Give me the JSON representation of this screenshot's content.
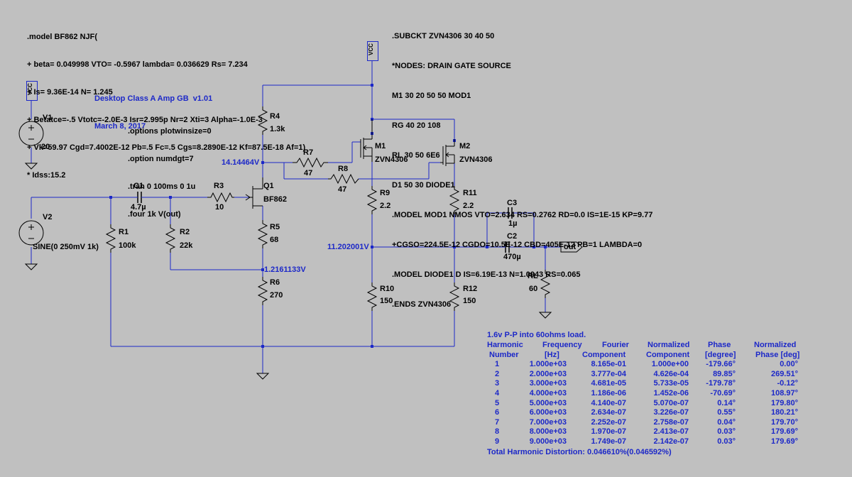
{
  "model_text": [
    ".model BF862 NJF(",
    "+ beta= 0.049998 VTO= -0.5967 lambda= 0.036629 Rs= 7.234",
    "+ Is= 9.36E-14 N= 1.245",
    "+ Betatce=-.5 Vtotc=-2.0E-3 Isr=2.995p Nr=2 Xti=3 Alpha=-1.0E-3",
    "+ Vk=59.97 Cgd=7.4002E-12 Pb=.5 Fc=.5 Cgs=8.2890E-12 Kf=87.5E-18 Af=1)",
    "* Idss:15.2"
  ],
  "subckt_text": [
    ".SUBCKT ZVN4306 30 40 50",
    "*NODES: DRAIN GATE SOURCE",
    "M1 30 20 50 50 MOD1",
    "RG 40 20 108",
    "RL 30 50 6E6",
    "D1 50 30 DIODE1",
    ".MODEL MOD1 NMOS VTO=2.634 RS=0.2762 RD=0.0 IS=1E-15 KP=9.77",
    "+CGSO=224.5E-12 CGDO=10.5E-12 CBD=405E-12 PB=1 LAMBDA=0",
    ".MODEL DIODE1 D IS=6.19E-13 N=1.0043 RS=0.065",
    ".ENDS ZVN4306"
  ],
  "title": {
    "name": "Desktop Class A Amp GB  v1.01",
    "date": "March 8, 2017"
  },
  "options_text": [
    ".options plotwinsize=0",
    ".option numdgt=7",
    ".tran 0 100ms 0 1u",
    ".four 1k V(out)"
  ],
  "vcc_label": "VCC",
  "components": {
    "v1_name": "V1",
    "v1_value": "20",
    "v2_name": "V2",
    "v2_value": "SINE(0 250mV 1k)",
    "c1_name": "C1",
    "c1_value": "4.7µ",
    "r1_name": "R1",
    "r1_value": "100k",
    "r2_name": "R2",
    "r2_value": "22k",
    "r3_name": "R3",
    "r3_value": "10",
    "r4_name": "R4",
    "r4_value": "1.3k",
    "r5_name": "R5",
    "r5_value": "68",
    "r6_name": "R6",
    "r6_value": "270",
    "r7_name": "R7",
    "r7_value": "47",
    "r8_name": "R8",
    "r8_value": "47",
    "r9_name": "R9",
    "r9_value": "2.2",
    "r10_name": "R10",
    "r10_value": "150",
    "r11_name": "R11",
    "r11_value": "2.2",
    "r12_name": "R12",
    "r12_value": "150",
    "q1_name": "Q1",
    "q1_value": "BF862",
    "m1_name": "M1",
    "m1_value": "ZVN4306",
    "m2_name": "M2",
    "m2_value": "ZVN4306",
    "c2_name": "C2",
    "c2_value": "470µ",
    "c3_name": "C3",
    "c3_value": "1µ",
    "rl_name": "RL",
    "rl_value": "60"
  },
  "node_voltages": {
    "q1_drain": "14.14464V",
    "output_mid": "11.202001V",
    "q1_source": "1.2161133V"
  },
  "out_label": "out",
  "fourier": {
    "title": "1.6v P-P into 60ohms load.",
    "headers_row1": [
      "Harmonic",
      "Frequency",
      "Fourier",
      "Normalized",
      "Phase",
      "Normalized"
    ],
    "headers_row2": [
      "Number",
      "[Hz]",
      "Component",
      "Component",
      "[degree]",
      "Phase [deg]"
    ],
    "rows": [
      [
        "1",
        "1.000e+03",
        "8.165e-01",
        "1.000e+00",
        "-179.66°",
        "0.00°"
      ],
      [
        "2",
        "2.000e+03",
        "3.777e-04",
        "4.626e-04",
        "89.85°",
        "269.51°"
      ],
      [
        "3",
        "3.000e+03",
        "4.681e-05",
        "5.733e-05",
        "-179.78°",
        "-0.12°"
      ],
      [
        "4",
        "4.000e+03",
        "1.186e-06",
        "1.452e-06",
        "-70.69°",
        "108.97°"
      ],
      [
        "5",
        "5.000e+03",
        "4.140e-07",
        "5.070e-07",
        "0.14°",
        "179.80°"
      ],
      [
        "6",
        "6.000e+03",
        "2.634e-07",
        "3.226e-07",
        "0.55°",
        "180.21°"
      ],
      [
        "7",
        "7.000e+03",
        "2.252e-07",
        "2.758e-07",
        "0.04°",
        "179.70°"
      ],
      [
        "8",
        "8.000e+03",
        "1.970e-07",
        "2.413e-07",
        "0.03°",
        "179.69°"
      ],
      [
        "9",
        "9.000e+03",
        "1.749e-07",
        "2.142e-07",
        "0.03°",
        "179.69°"
      ]
    ],
    "thd": "Total Harmonic Distortion: 0.046610%(0.046592%)"
  },
  "colors": {
    "wire": "#1c28c8",
    "background": "#c0c0c0",
    "text": "#000000",
    "label": "#1c28c8"
  }
}
